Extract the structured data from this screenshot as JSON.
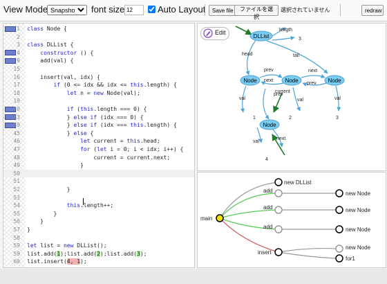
{
  "toolbar": {
    "view_mode_label": "View Mode:",
    "view_mode_value": "Snapshot",
    "font_size_label": "font size:",
    "font_size_value": "12",
    "auto_layout_label": "Auto Layout",
    "auto_layout_checked": true,
    "save_file_label": "Save file",
    "choose_file_label": "ファイルを選択",
    "no_file_label": "選択されていません",
    "redraw_label": "redraw"
  },
  "editor": {
    "lines": [
      {
        "n": "1",
        "code": "class Node {",
        "badge": true
      },
      {
        "n": "2",
        "code": ""
      },
      {
        "n": "3",
        "code": "class DLList {"
      },
      {
        "n": "4",
        "code": "    constructor () {",
        "badge": true
      },
      {
        "n": "9",
        "code": "    add(val) {",
        "badge": true
      },
      {
        "n": "15",
        "code": ""
      },
      {
        "n": "16",
        "code": "    insert(val, idx) {"
      },
      {
        "n": "17",
        "code": "        if (0 <= idx && idx <= this.length) {"
      },
      {
        "n": "18",
        "code": "            let n = new Node(val);"
      },
      {
        "n": "19",
        "code": ""
      },
      {
        "n": "20",
        "code": "            if (this.length === 0) {",
        "badge": true
      },
      {
        "n": "33",
        "code": "            } else if (idx === 0) {",
        "badge": true
      },
      {
        "n": "39",
        "code": "            } else if (idx === this.length) {",
        "badge": true
      },
      {
        "n": "45",
        "code": "            } else {"
      },
      {
        "n": "46",
        "code": "                let current = this.head;"
      },
      {
        "n": "47",
        "code": "                for (let i = 0; i < idx; i++) {"
      },
      {
        "n": "48",
        "code": "                    current = current.next;"
      },
      {
        "n": "49",
        "code": "                }"
      },
      {
        "n": "50",
        "code": "",
        "current": true
      },
      {
        "n": "51",
        "code": ""
      },
      {
        "n": "52",
        "code": "            }"
      },
      {
        "n": "53",
        "code": ""
      },
      {
        "n": "54",
        "code": "            this.length++;"
      },
      {
        "n": "55",
        "code": "        }"
      },
      {
        "n": "56",
        "code": "    }"
      },
      {
        "n": "57",
        "code": "}"
      },
      {
        "n": "58",
        "code": ""
      },
      {
        "n": "59",
        "code": "let list = new DLList();"
      },
      {
        "n": "59",
        "code": "list.add(1);list.add(2);list.add(3);"
      },
      {
        "n": "60",
        "code": "list.insert(4, 1);"
      }
    ]
  },
  "heap": {
    "edit_label": "Edit",
    "nodes": {
      "dllist": "DLList",
      "node_a": "Node",
      "node_b": "Node",
      "node_c": "Node",
      "node_d": "Node"
    },
    "edge_labels": {
      "length": "length",
      "head": "head",
      "tail": "tail",
      "prev1": "prev",
      "next1": "next",
      "prev2": "prev",
      "next2": "next",
      "prev3": "prev",
      "current": "current",
      "val1": "val",
      "val2": "val",
      "val3": "val",
      "val4": "val",
      "next4": "next"
    },
    "values": {
      "length": "3",
      "v1": "1",
      "v2": "2",
      "v3": "3",
      "v4": "4"
    }
  },
  "calltree": {
    "main": "main",
    "new_dllist": "new DLList",
    "add": "add",
    "insert": "insert",
    "new_node": "new Node",
    "for": "for1"
  },
  "colors": {
    "node_fill": "#7ccbf0",
    "arrow": "#4aa3d8",
    "edge_green": "#55c955",
    "edge_red": "#d24c4c",
    "edge_gray": "#9a9a9a",
    "main_node": "#f1e200"
  }
}
